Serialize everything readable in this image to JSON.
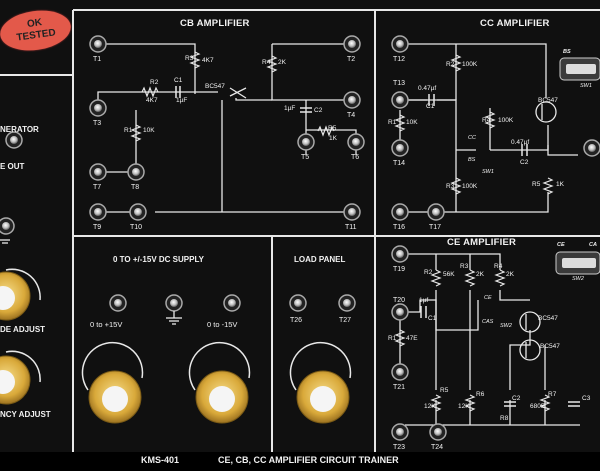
{
  "badge": {
    "line1": "OK",
    "line2": "TESTED"
  },
  "sections": {
    "cb": "CB AMPLIFIER",
    "cc": "CC AMPLIFIER",
    "ce": "CE AMPLIFIER",
    "dc_supply": "0 TO +/-15V DC SUPPLY",
    "load": "LOAD PANEL"
  },
  "left_partial": {
    "generator": "NERATOR",
    "wave_out": "E OUT",
    "amplitude": "DE ADJUST",
    "frequency": "NCY  ADJUST"
  },
  "terminals": {
    "t1": "T1",
    "t2": "T2",
    "t3": "T3",
    "t4": "T4",
    "t5": "T5",
    "t6": "T6",
    "t7": "T7",
    "t8": "T8",
    "t9": "T9",
    "t10": "T10",
    "t11": "T11",
    "t12": "T12",
    "t13": "T13",
    "t14": "T14",
    "t16": "T16",
    "t17": "T17",
    "t19": "T19",
    "t20": "T20",
    "t21": "T21",
    "t23": "T23",
    "t24": "T24",
    "t26": "T26",
    "t27": "T27"
  },
  "cb_components": {
    "r1": "R1",
    "r1v": "10K",
    "r2": "R2",
    "r2v": "4K7",
    "r3": "R3",
    "r3v": "4K7",
    "r4": "R4",
    "r4v": "2K",
    "r5": "R5",
    "r5v": "1K",
    "c1": "C1",
    "c1v": "1µF",
    "c2": "C2",
    "c2v": "1µF",
    "q": "BC547"
  },
  "cc_components": {
    "r2": "R2",
    "r2v": "100K",
    "r1": "R1",
    "r1v": "10K",
    "r4": "R4",
    "r4v": "100K",
    "r3": "R3",
    "r3v": "100K",
    "r5": "R5",
    "r5v": "1K",
    "c1v": "0.47µf",
    "c1": "C1",
    "c2v": "0.47µf",
    "c2": "C2",
    "q": "BC547",
    "sw_cc": "CC",
    "sw_bs": "BS",
    "sw1": "SW1",
    "toggle_label": "BS",
    "toggle_sw": "SW1"
  },
  "ce_components": {
    "r2": "R2",
    "r2v": "56K",
    "r3": "R3",
    "r3v": "2K",
    "r4": "R4",
    "r4v": "2K",
    "r1": "R1",
    "r1v": "47E",
    "r5": "R5",
    "r5v": "12K",
    "r6": "R6",
    "r6v": "12K",
    "r7": "R7",
    "r7v": "680E",
    "r8": "R8",
    "c1": "C1",
    "c1v": "1µf",
    "c2": "C2",
    "c3": "C3",
    "q1": "BC547",
    "q2": "BC547",
    "ce": "CE",
    "cas": "CAS",
    "sw2": "SW2",
    "toggle_ce": "CE",
    "toggle_ca": "CA",
    "toggle_sw": "SW2"
  },
  "dc_labels": {
    "pos": "0 to +15V",
    "neg": "0 to -15V"
  },
  "footer": {
    "model": "KMS-401",
    "title": "CE, CB, CC AMPLIFIER CIRCUIT TRAINER"
  }
}
